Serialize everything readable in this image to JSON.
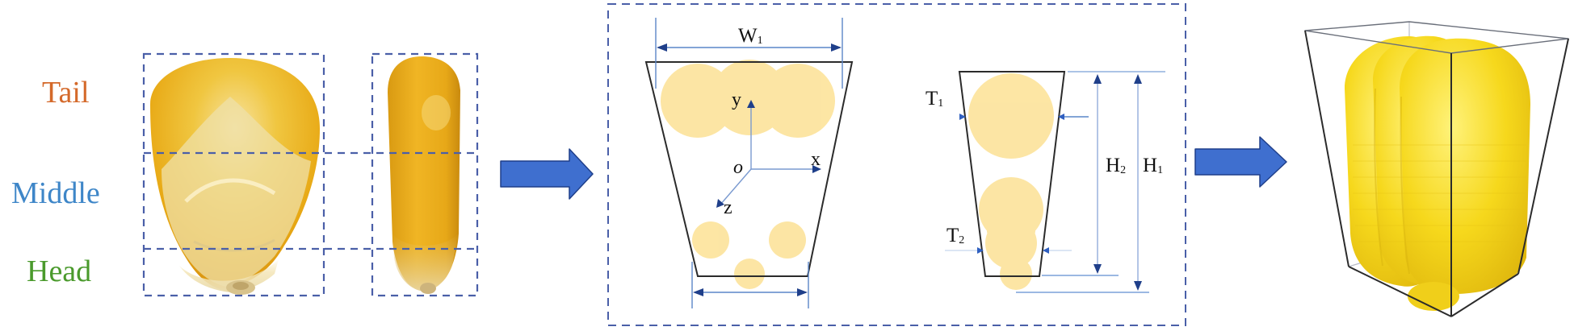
{
  "figure": {
    "panels": [
      {
        "id": "kernel-photos",
        "description": "Corn kernel front and side photos divided into regions"
      },
      {
        "id": "sphere-model-schematic",
        "description": "Multi-sphere filling schematic with dimensions"
      },
      {
        "id": "3d-model",
        "description": "3D multi-sphere kernel model inside bounding frustum"
      }
    ],
    "region_labels": {
      "tail": {
        "text": "Tail",
        "color": "#d4692a"
      },
      "middle": {
        "text": "Middle",
        "color": "#3e86c8"
      },
      "head": {
        "text": "Head",
        "color": "#4a9a2c"
      }
    },
    "schematic": {
      "front_view": {
        "width_top_label": "W",
        "width_top_sub": "1",
        "axes": {
          "y": "y",
          "x": "x",
          "origin": "o",
          "z": "z"
        }
      },
      "side_view": {
        "thickness_top_label": "T",
        "thickness_top_sub": "1",
        "thickness_bottom_label": "T",
        "thickness_bottom_sub": "2",
        "height_inner_label": "H",
        "height_inner_sub": "2",
        "height_outer_label": "H",
        "height_outer_sub": "1"
      }
    },
    "colors": {
      "dashed_box": "#4a5fa8",
      "arrow_fill": "#3f6fcf",
      "arrow_stroke": "#1f3f8a",
      "kernel_yellow": "#f2b418",
      "sphere_fill": "#fbd15a",
      "model_yellow": "#f7d51d",
      "dimension_line": "#5a86c8",
      "outline": "#2b2b2b"
    }
  }
}
